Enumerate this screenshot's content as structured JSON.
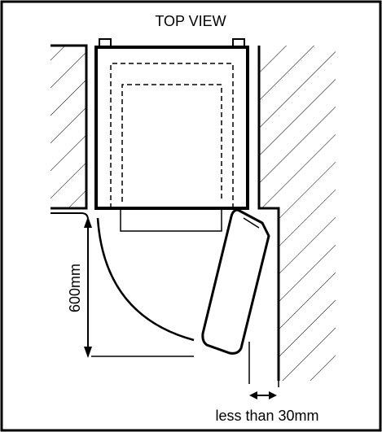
{
  "diagram": {
    "title": "TOP VIEW",
    "door_clearance_label": "600mm",
    "gap_label": "less than 30mm"
  },
  "colors": {
    "line": "#000000",
    "background": "#ffffff"
  }
}
